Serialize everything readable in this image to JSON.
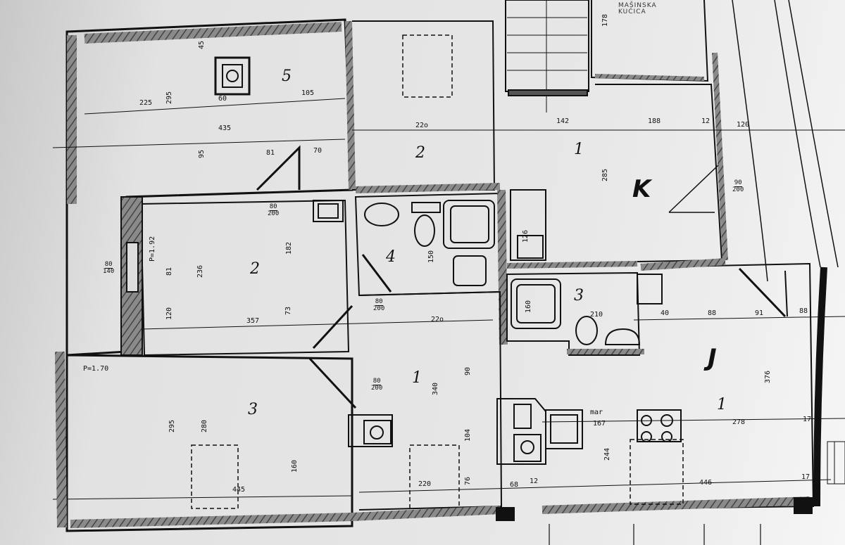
{
  "plan": {
    "title_note": "MAŠINSKA KUĆICA",
    "rooms": {
      "left_5": "5",
      "left_2_top": "2",
      "left_2_mid": "2",
      "left_4": "4",
      "left_3": "3",
      "left_1": "1",
      "right_1_top": "1",
      "right_K": "K",
      "right_3": "3",
      "right_J": "J",
      "right_1_bottom": "1"
    },
    "dimensions": {
      "d225": "225",
      "d295_top": "295",
      "d435": "435",
      "d60_chimney": "60",
      "d105": "105",
      "d45": "45",
      "d81_top": "81",
      "d70_top": "70",
      "d220_top": "22o",
      "d142": "142",
      "d188": "188",
      "d12_top": "12",
      "d120": "120",
      "d285": "285",
      "d178": "178",
      "d95": "95",
      "d126": "126",
      "d357": "357",
      "d182": "182",
      "d236": "236",
      "d81_mid": "81",
      "d73": "73",
      "d120_left": "120",
      "d150": "150",
      "d220_mid": "22o",
      "d340": "340",
      "d90": "90",
      "d104": "104",
      "d76": "76",
      "d220_bottom": "220",
      "d68": "68",
      "d12_bottom": "12",
      "d295_bottom": "295",
      "d280": "280",
      "d160": "160",
      "d445": "445",
      "d160_bath": "160",
      "d88": "88",
      "d91": "91",
      "d88_right": "88",
      "d376": "376",
      "d167": "167",
      "d244": "244",
      "d278": "278",
      "d446": "446",
      "d17_top": "17",
      "d17_bottom": "17",
      "d40": "40",
      "d210": "210"
    },
    "openings": {
      "door_left": {
        "w": "80",
        "h": "200"
      },
      "door_mid": {
        "w": "80",
        "h": "200"
      },
      "door_K": {
        "w": "90",
        "h": "200"
      },
      "window_left": {
        "w": "80",
        "h": "140"
      },
      "door_bath": {
        "w": "80",
        "h": "200"
      }
    },
    "parapet": "P=1.70",
    "parapet_small": "P=1.92",
    "kitchen_note": "mar",
    "colors": {
      "ink": "#111111",
      "paper": "#e4e4e4",
      "hatch": "#6f6f6f"
    }
  }
}
